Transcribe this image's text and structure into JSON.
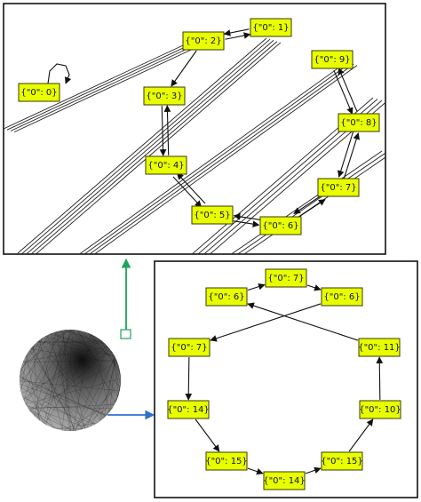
{
  "colors": {
    "node_fill": "#e8ff00",
    "zoom_green": "#1aa55a",
    "zoom_blue": "#2f6fd0"
  },
  "top_panel": {
    "nodes": [
      {
        "id": "t0",
        "label": "{\"0\": 0}"
      },
      {
        "id": "t1",
        "label": "{\"0\": 1}"
      },
      {
        "id": "t2",
        "label": "{\"0\": 2}"
      },
      {
        "id": "t3",
        "label": "{\"0\": 3}"
      },
      {
        "id": "t4",
        "label": "{\"0\": 4}"
      },
      {
        "id": "t5",
        "label": "{\"0\": 5}"
      },
      {
        "id": "t6",
        "label": "{\"0\": 6}"
      },
      {
        "id": "t7",
        "label": "{\"0\": 7}"
      },
      {
        "id": "t8",
        "label": "{\"0\": 8}"
      },
      {
        "id": "t9",
        "label": "{\"0\": 9}"
      }
    ],
    "edges": [
      {
        "from": "t0",
        "to": "t0"
      },
      {
        "from": "t1",
        "to": "t2"
      },
      {
        "from": "t2",
        "to": "t1"
      },
      {
        "from": "t2",
        "to": "t3"
      },
      {
        "from": "t3",
        "to": "t4"
      },
      {
        "from": "t4",
        "to": "t3"
      },
      {
        "from": "t4",
        "to": "t5"
      },
      {
        "from": "t5",
        "to": "t4"
      },
      {
        "from": "t5",
        "to": "t6"
      },
      {
        "from": "t6",
        "to": "t5"
      },
      {
        "from": "t6",
        "to": "t7"
      },
      {
        "from": "t7",
        "to": "t6"
      },
      {
        "from": "t7",
        "to": "t8"
      },
      {
        "from": "t8",
        "to": "t7"
      },
      {
        "from": "t8",
        "to": "t9"
      },
      {
        "from": "t9",
        "to": "t8"
      }
    ]
  },
  "bottom_panel": {
    "nodes": [
      {
        "id": "b7a",
        "label": "{\"0\": 7}"
      },
      {
        "id": "b6a",
        "label": "{\"0\": 6}"
      },
      {
        "id": "b6b",
        "label": "{\"0\": 6}"
      },
      {
        "id": "b7b",
        "label": "{\"0\": 7}"
      },
      {
        "id": "b11",
        "label": "{\"0\": 11}"
      },
      {
        "id": "b14a",
        "label": "{\"0\": 14}"
      },
      {
        "id": "b10",
        "label": "{\"0\": 10}"
      },
      {
        "id": "b15a",
        "label": "{\"0\": 15}"
      },
      {
        "id": "b15b",
        "label": "{\"0\": 15}"
      },
      {
        "id": "b14b",
        "label": "{\"0\": 14}"
      }
    ],
    "edges": [
      {
        "from": "b7a",
        "to": "b6b"
      },
      {
        "from": "b6a",
        "to": "b7a"
      },
      {
        "from": "b11",
        "to": "b6a"
      },
      {
        "from": "b10",
        "to": "b11"
      },
      {
        "from": "b15b",
        "to": "b10"
      },
      {
        "from": "b14b",
        "to": "b15b"
      },
      {
        "from": "b15a",
        "to": "b14b"
      },
      {
        "from": "b14a",
        "to": "b15a"
      },
      {
        "from": "b7b",
        "to": "b14a"
      },
      {
        "from": "b6b",
        "to": "b7b"
      }
    ]
  }
}
